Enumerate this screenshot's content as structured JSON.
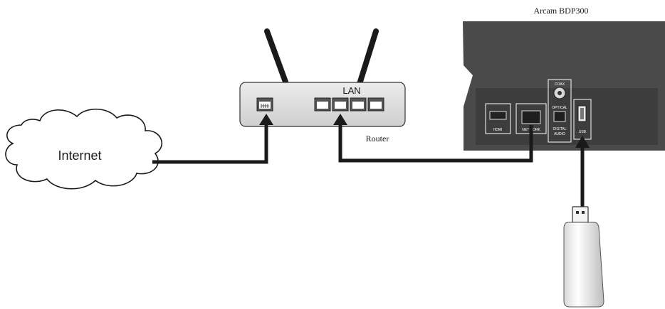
{
  "labels": {
    "internet": "Internet",
    "lan": "LAN",
    "router": "Router",
    "device": "Arcam BDP300"
  },
  "device_ports": {
    "hdmi": "HDMI",
    "network": "NETWORK",
    "coax": "COAX",
    "optical": "OPTICAL",
    "digital_audio_line1": "DIGITAL",
    "digital_audio_line2": "AUDIO",
    "usb": "USB"
  },
  "icons": {
    "cloud": "cloud-icon",
    "router": "router-icon",
    "usb_stick": "usb-stick-icon",
    "device": "blu-ray-player-rear-panel"
  },
  "colors": {
    "device_panel": "#4a4a4a",
    "router_body": "#e0e0e0",
    "cable": "#1a1a1a",
    "port": "#555555"
  }
}
